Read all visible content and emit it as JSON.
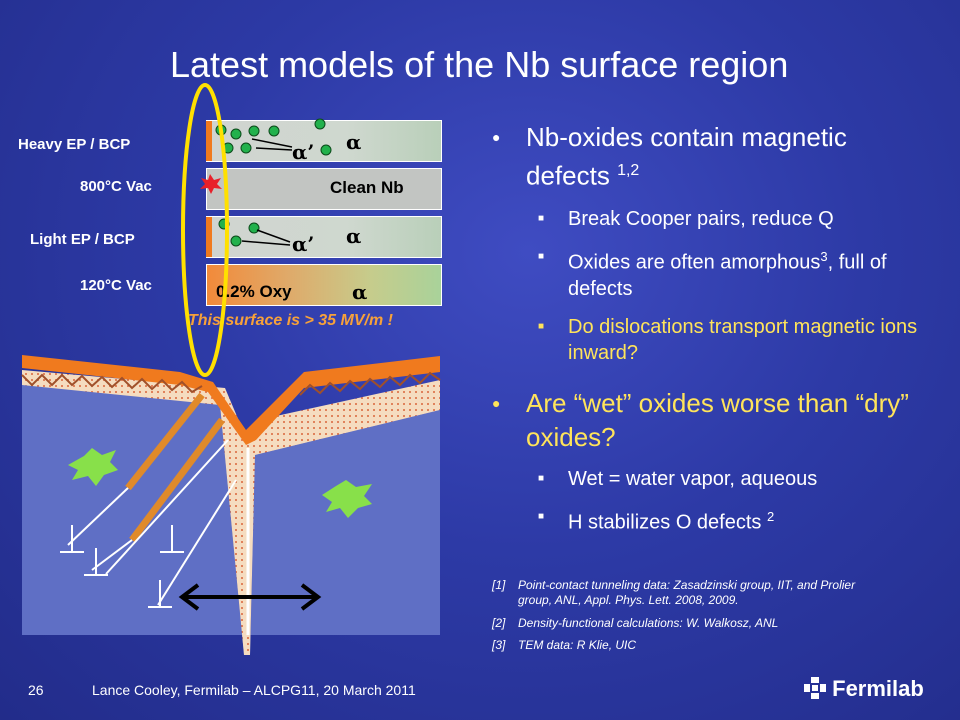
{
  "slide": {
    "title": "Latest models of the Nb surface region",
    "rows": [
      {
        "label": "Heavy EP / BCP",
        "bar_text": "",
        "alpha": "α",
        "alpha_prime": "α’"
      },
      {
        "label": "800°C Vac",
        "bar_text": "Clean Nb"
      },
      {
        "label": "Light EP / BCP",
        "bar_text": "",
        "alpha": "α",
        "alpha_prime": "α’"
      },
      {
        "label": "120°C Vac",
        "bar_text": "0.2% Oxy",
        "alpha": "α"
      }
    ],
    "surface_note": "This surface is > 35 MV/m !",
    "bullets": [
      {
        "text": "Nb-oxides contain magnetic defects",
        "sup": "1,2",
        "sub": [
          {
            "text": "Break Cooper pairs, reduce Q"
          },
          {
            "text": "Oxides are often amorphous",
            "sup": "3",
            "rest": ", full of defects"
          },
          {
            "text": "Do dislocations transport magnetic ions inward?"
          }
        ]
      },
      {
        "text": "Are “wet” oxides worse than “dry” oxides?",
        "sub": [
          {
            "text": "Wet = water vapor, aqueous"
          },
          {
            "text": "H stabilizes O defects",
            "sup": "2"
          }
        ]
      }
    ],
    "references": [
      {
        "num": "[1]",
        "text": "Point-contact tunneling data: Zasadzinski group, IIT, and Prolier group, ANL, Appl. Phys. Lett. 2008, 2009."
      },
      {
        "num": "[2]",
        "text": "Density-functional calculations: W. Walkosz, ANL"
      },
      {
        "num": "[3]",
        "text": "TEM data: R Klie, UIC"
      }
    ],
    "footer": {
      "page": "26",
      "text": "Lance Cooley, Fermilab – ALCPG11, 20 March 2011",
      "logo": "Fermilab"
    },
    "colors": {
      "background": "#2d3aa6",
      "highlight": "#ffe45a",
      "ellipse": "#ffe000",
      "note": "#f7a13a",
      "oxide": "#f07a1e",
      "defect": "#22b14c"
    }
  }
}
